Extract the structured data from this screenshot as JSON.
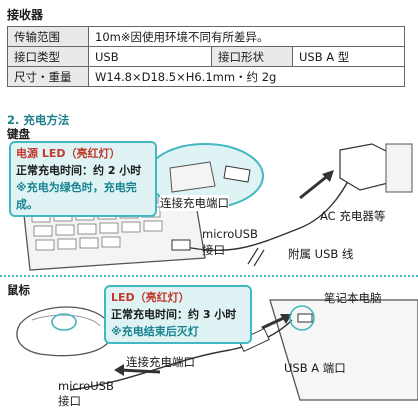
{
  "receiver": {
    "heading": "接收器",
    "rows": [
      {
        "label": "传输范围",
        "value": "10m※因使用环境不同有所差异。"
      },
      {
        "label": "接口类型",
        "value": "USB",
        "label2": "接口形状",
        "value2": "USB A 型"
      },
      {
        "label": "尺寸・重量",
        "value": "W14.8×D18.5×H6.1mm・约 2g"
      }
    ]
  },
  "charging": {
    "section_title": "2. 充电方法",
    "keyboard": {
      "heading": "键盘",
      "callout_line1": "电源 LED（亮红灯）",
      "callout_line2": "正常充电时间：约 2 小时",
      "callout_line3": "※充电为绿色时，充电完成。",
      "port_label": "连接充电端口",
      "micro_label_1": "microUSB",
      "micro_label_2": "接口",
      "ac_label": "AC 充电器等",
      "cable_label": "附属 USB 线"
    },
    "mouse": {
      "heading": "鼠标",
      "callout_line1": "LED（亮红灯）",
      "callout_line2": "正常充电时间：约 3 小时",
      "callout_line3": "※充电结束后灭灯",
      "laptop_label": "笔记本电脑",
      "port_label": "连接充电端口",
      "usb_a_label": "USB A 端口",
      "micro_label_1": "microUSB",
      "micro_label_2": "接口"
    }
  }
}
